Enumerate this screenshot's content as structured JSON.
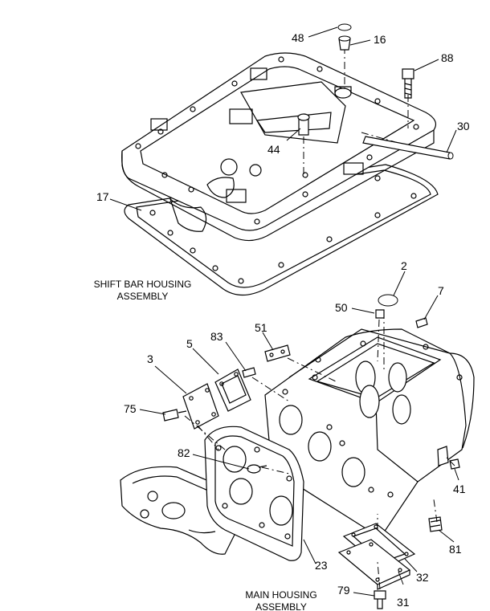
{
  "captions": {
    "shift_bar": [
      "SHIFT BAR HOUSING",
      "ASSEMBLY"
    ],
    "main_housing": [
      "MAIN HOUSING",
      "ASSEMBLY"
    ]
  },
  "parts": {
    "p48": "48",
    "p16": "16",
    "p88": "88",
    "p30": "30",
    "p44": "44",
    "p17": "17",
    "p2": "2",
    "p7": "7",
    "p50": "50",
    "p51": "51",
    "p83": "83",
    "p5": "5",
    "p3": "3",
    "p75": "75",
    "p82": "82",
    "p41": "41",
    "p81": "81",
    "p23": "23",
    "p32": "32",
    "p79": "79",
    "p31": "31"
  }
}
